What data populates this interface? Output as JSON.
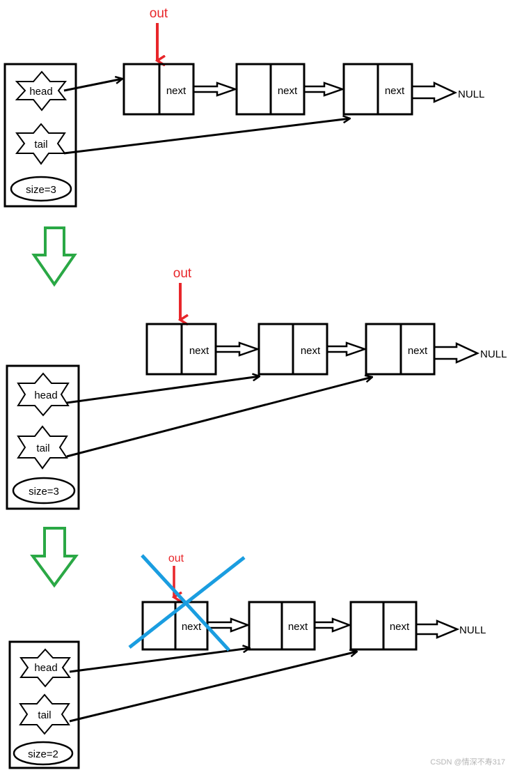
{
  "colors": {
    "stroke": "#000000",
    "pointer_out": "#e8262a",
    "transition_arrow": "#2aa845",
    "delete_cross": "#1a9de0",
    "background": "#ffffff"
  },
  "icons": {
    "head_marker": "star-icon",
    "tail_marker": "star-icon",
    "size_marker": "ellipse",
    "transition": "down-arrow-icon",
    "deleted": "cross-icon"
  },
  "stages": [
    {
      "head_label": "head",
      "tail_label": "tail",
      "size_label": "size=3",
      "out_label": "out",
      "nodes": [
        {
          "next_label": "next"
        },
        {
          "next_label": "next"
        },
        {
          "next_label": "next"
        }
      ],
      "null_label": "NULL",
      "deleted_first_node": false
    },
    {
      "head_label": "head",
      "tail_label": "tail",
      "size_label": "size=3",
      "out_label": "out",
      "nodes": [
        {
          "next_label": "next"
        },
        {
          "next_label": "next"
        },
        {
          "next_label": "next"
        }
      ],
      "null_label": "NULL",
      "deleted_first_node": false
    },
    {
      "head_label": "head",
      "tail_label": "tail",
      "size_label": "size=2",
      "out_label": "out",
      "nodes": [
        {
          "next_label": "next"
        },
        {
          "next_label": "next"
        },
        {
          "next_label": "next"
        }
      ],
      "null_label": "NULL",
      "deleted_first_node": true
    }
  ],
  "watermark": "CSDN @情深不寿317"
}
